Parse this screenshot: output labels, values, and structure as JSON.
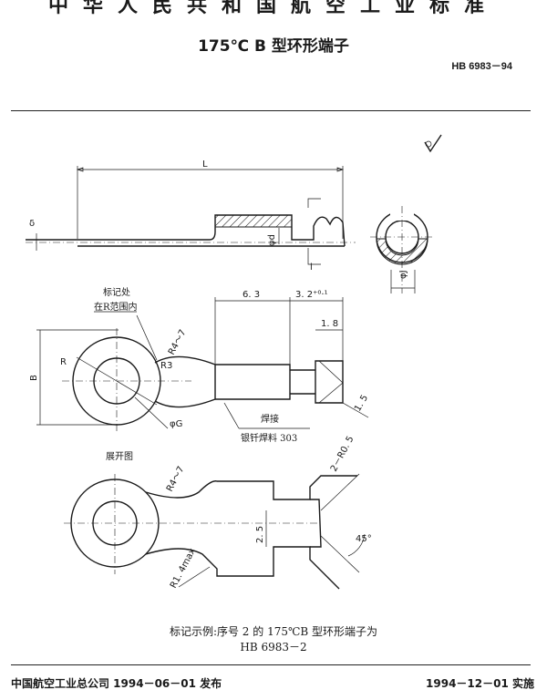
{
  "header": {
    "standard_title": "中华人民共和国航空工业标准",
    "doc_title": "175℃ B 型环形端子",
    "doc_code": "HB 6983－94"
  },
  "drawing": {
    "label_L_top": "L",
    "label_delta": "δ",
    "label_d": "φd",
    "label_l": "l",
    "label_dJ": "φJ",
    "label_mark_position": "标记处",
    "label_mark_position_2": "在R范围内",
    "dim_6_3": "6. 3",
    "dim_3_2": "3. 2⁺⁰·¹",
    "dim_1_8": "1. 8",
    "label_R4_7": "R4～7",
    "label_R3": "R3",
    "label_R": "R",
    "label_B": "B",
    "label_phiG": "φG",
    "label_1_5": "1. 5",
    "label_weld": "焊接",
    "label_solder": "银钎焊料 303",
    "label_expanded": "展开图",
    "label_R4_7_b": "R4～7",
    "label_2_R0_5": "2－R0. 5",
    "dim_2_5": "2. 5",
    "angle_45": "45°",
    "label_R1_4": "R1. 4max",
    "label_roughness": "✓"
  },
  "example": {
    "line1": "标记示例:序号 2 的 175℃B 型环形端子为",
    "line2": "HB 6983－2"
  },
  "footer": {
    "left": "中国航空工业总公司 1994－06－01 发布",
    "right": "1994－12－01 实施"
  }
}
